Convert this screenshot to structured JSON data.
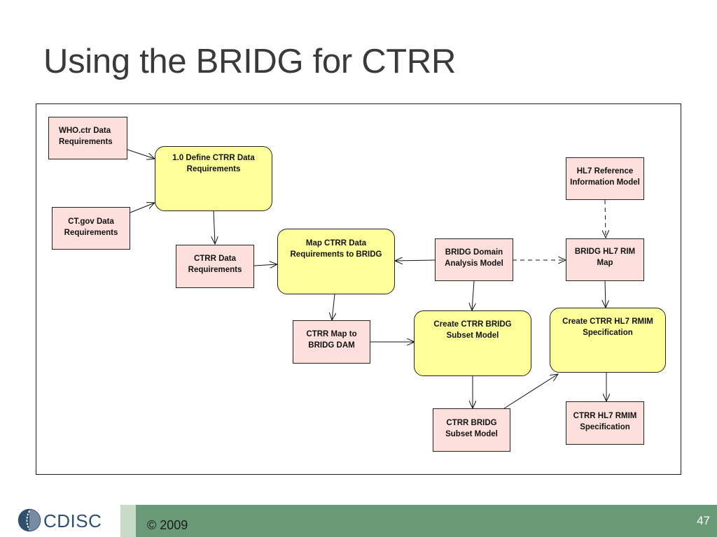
{
  "slide": {
    "title": "Using the BRIDG for CTRR",
    "copyright": "© 2009",
    "page_number": "47",
    "logo_text": "CDISC"
  },
  "diagram": {
    "nodes": {
      "who": "WHO.ctr Data\nRequirements",
      "ctgov": "CT.gov  Data\nRequirements",
      "define": "1.0 Define CTRR Data\nRequirements",
      "ctrr_data": "CTRR Data\nRequirements",
      "map": "Map CTRR Data\nRequirements to BRIDG",
      "bridg_dam": "BRIDG Domain\nAnalysis Model",
      "hl7_rim": "HL7 Reference\nInformation Model",
      "bridg_hl7": "BRIDG HL7 RIM\nMap",
      "ctrr_map": "CTRR Map to\nBRIDG DAM",
      "create_subset": "Create CTRR BRIDG\nSubset Model",
      "create_rmim": "Create CTRR HL7 RMIM\nSpecification",
      "ctrr_subset": "CTRR BRIDG\nSubset Model",
      "ctrr_rmim": "CTRR HL7 RMIM\nSpecification"
    },
    "colors": {
      "data_fill": "#fde0dc",
      "process_fill": "#ffff99",
      "stroke": "#222222",
      "footer_green": "#6b9a79"
    }
  }
}
